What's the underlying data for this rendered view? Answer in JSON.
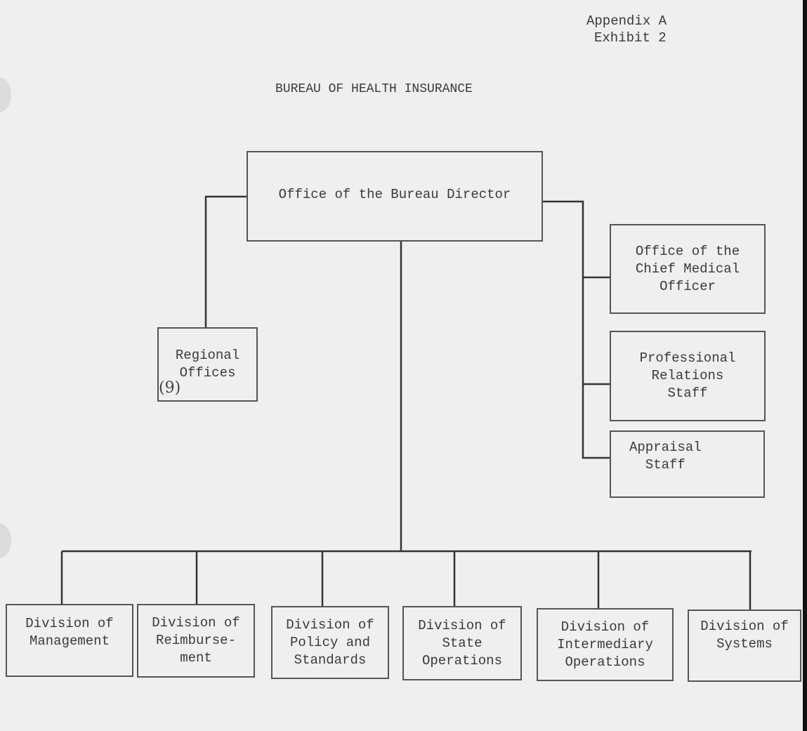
{
  "header": {
    "appendix": "Appendix A",
    "exhibit": "Exhibit 2"
  },
  "title": "BUREAU OF HEALTH INSURANCE",
  "director": "Office of the Bureau Director",
  "regional": {
    "label": "Regional\nOffices",
    "note": "(9)"
  },
  "staff": [
    "Office of the\nChief Medical\nOfficer",
    "Professional\nRelations\nStaff",
    "Appraisal\nStaff"
  ],
  "divisions": [
    "Division of\nManagement",
    "Division of\nReimburse-\nment",
    "Division of\nPolicy and\nStandards",
    "Division of\nState\nOperations",
    "Division of\nIntermediary\nOperations",
    "Division of\nSystems"
  ]
}
